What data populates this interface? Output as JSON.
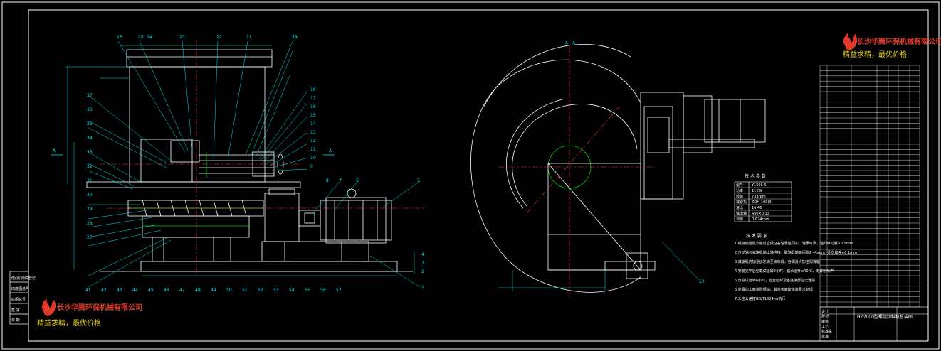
{
  "colors": {
    "background": "#000000",
    "line": "#ffffff",
    "dim": "#00e5e5",
    "center": "#ff3b3b",
    "green": "#00d000",
    "brand": "#e03a2a",
    "slogan": "#e8d020"
  },
  "icons": {
    "logo": "flame-logo-icon"
  },
  "section_markers": {
    "left_a": "A",
    "right_a": "A",
    "view_title": "A—A"
  },
  "callouts_top": [
    "26",
    "25",
    "24",
    "23",
    "22",
    "21",
    "20",
    "19"
  ],
  "callouts_right": [
    "18",
    "17",
    "16",
    "15",
    "14",
    "13",
    "12",
    "11",
    "10",
    "9"
  ],
  "callouts_left": [
    "37",
    "36",
    "35",
    "34",
    "33",
    "32",
    "31",
    "30",
    "29",
    "28",
    "27"
  ],
  "callouts_bottom": [
    "41",
    "42",
    "43",
    "44",
    "45",
    "46",
    "47",
    "48",
    "49",
    "50",
    "51",
    "52",
    "53",
    "54",
    "55",
    "56",
    "57"
  ],
  "callouts_mid": [
    "8",
    "7",
    "6",
    "5",
    "4",
    "3",
    "2",
    "1"
  ],
  "right_callout": "52",
  "tech_params": {
    "title": "技 术 参 数",
    "rows": [
      {
        "k": "型号",
        "v": "Y160L-6"
      },
      {
        "k": "功率",
        "v": "11KW"
      },
      {
        "k": "转速",
        "v": "733rpm"
      },
      {
        "k": "减速机",
        "v": "ZQH-100(II)"
      },
      {
        "k": "速比",
        "v": "16.46"
      },
      {
        "k": "输出轴",
        "v": "450×0.33"
      },
      {
        "k": "调速",
        "v": "0-624rpm"
      }
    ]
  },
  "tech_requirements": {
    "title": "技 术 要 求",
    "lines": [
      "1.螺旋输送机安装时应保证各轴承座同心，轴承可靠，轴向窜动量≤0.5mm",
      "2.传动轴与减速机输出轴连接，联轴器端面间隙2~4mm，径向偏差≤0.1mm",
      "3.减速机内加注齿轮油至油标线，各润滑点加注润滑脂",
      "4.安装完毕后空载试运转2小时，轴承温升≤40℃，无异常噪声",
      "5.负载试运转4小时，检查密封及各连接部位无泄漏",
      "6.外露加工面涂防锈油，其余表面按涂装要求处理",
      "7.未注公差按GB/T1804-m执行"
    ]
  },
  "title_block": {
    "drawing_title": "HZ2000型螺旋卸料机总装图",
    "rows": [
      "设计",
      "校对",
      "审核",
      "工艺",
      "标准化",
      "批准"
    ]
  },
  "side_block": [
    "借(通)用件登记",
    "旧底图总号",
    "底图总号",
    "签  字",
    "日  期"
  ],
  "brand_top": {
    "name": "长沙华腾环保机械有限公司",
    "slogan": "精益求精，最优价格"
  },
  "brand_bottom": {
    "name": "长沙华腾环保机械有限公司",
    "slogan": "精益求精，最优价格"
  }
}
